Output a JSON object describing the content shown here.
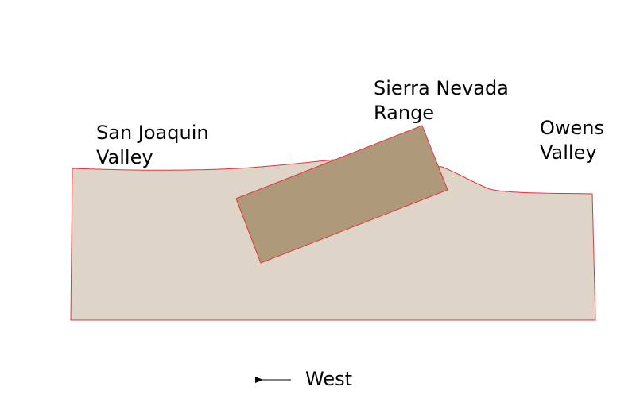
{
  "labels": {
    "san_joaquin": [
      "San Joaquin",
      "Valley"
    ],
    "sierra_nevada": [
      "Sierra Nevada",
      "Range"
    ],
    "owens": [
      "Owens",
      "Valley"
    ],
    "direction": "West"
  },
  "colors": {
    "ground_fill": "#ded5c8",
    "block_fill": "#ae9a7a",
    "outline": "#e0363a",
    "text": "#000000",
    "arrow": "#000000"
  },
  "icons": {
    "direction_arrow": "left-arrow-icon"
  }
}
